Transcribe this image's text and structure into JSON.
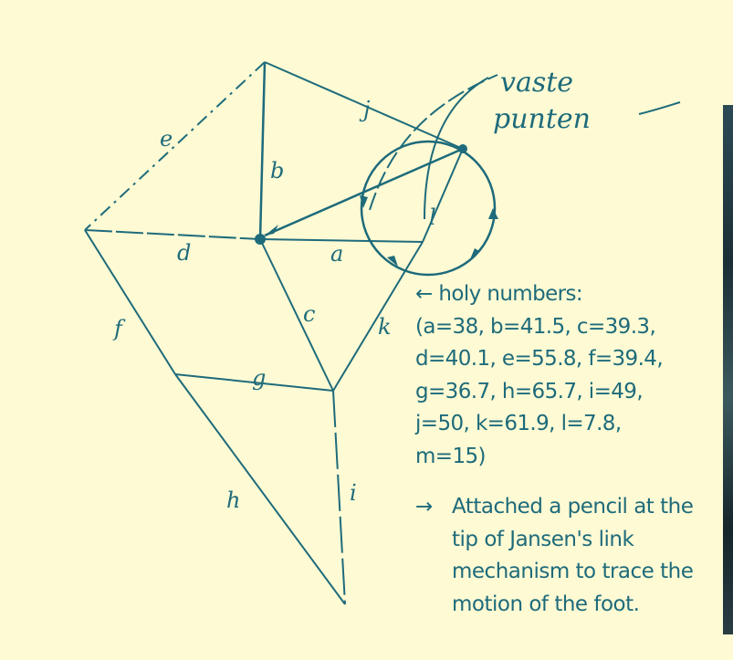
{
  "diagram": {
    "link_labels": [
      "a",
      "b",
      "c",
      "d",
      "e",
      "f",
      "g",
      "h",
      "i",
      "j",
      "k",
      "l"
    ],
    "handwritten_note": [
      "vaste",
      "punten"
    ]
  },
  "notes": {
    "heading": "← holy numbers:",
    "lines": [
      "(a=38, b=41.5, c=39.3,",
      "d=40.1, e=55.8, f=39.4,",
      "g=36.7, h=65.7, i=49,",
      "j=50, k=61.9, l=7.8,",
      "m=15)"
    ]
  },
  "caption": {
    "arrow": "→",
    "text": "Attached a pencil at the tip of Jansen's link mechanism to trace the motion of the foot."
  },
  "colors": {
    "background": "#FEFAD4",
    "ink": "#1E6B7B"
  }
}
